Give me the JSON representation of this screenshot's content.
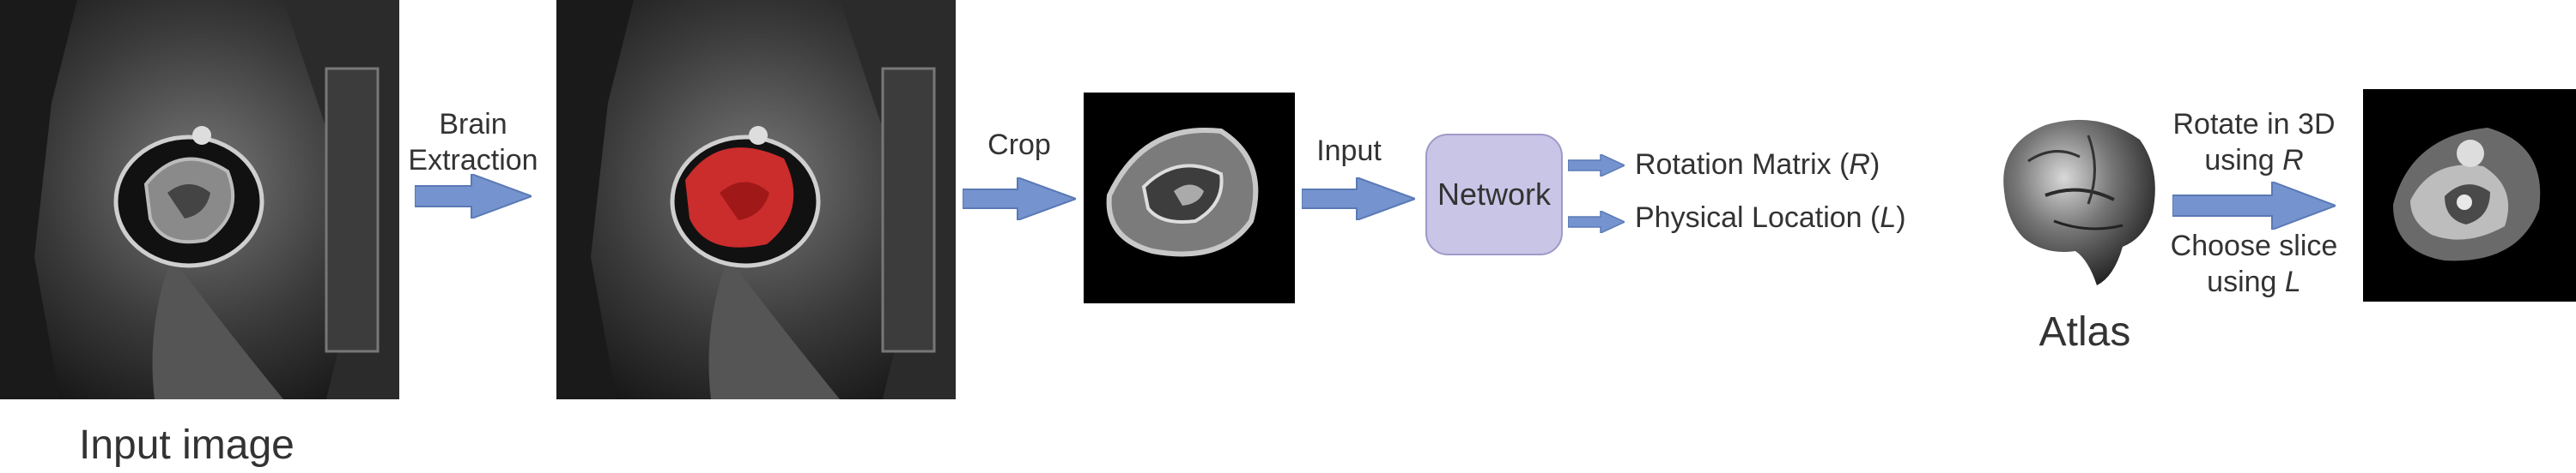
{
  "labels": {
    "input_image": "Input image",
    "brain_extraction_line1": "Brain",
    "brain_extraction_line2": "Extraction",
    "crop": "Crop",
    "input": "Input",
    "network": "Network",
    "rotation_matrix_text": "Rotation Matrix (",
    "rotation_matrix_var": "R",
    "rotation_matrix_close": ")",
    "physical_location_text": "Physical Location (",
    "physical_location_var": "L",
    "physical_location_close": ")",
    "atlas": "Atlas",
    "rotate_line1": "Rotate in 3D",
    "rotate_line2_prefix": "using ",
    "rotate_line2_var": "R",
    "choose_line1": "Choose slice",
    "choose_line2_prefix": "using ",
    "choose_line2_var": "L"
  },
  "colors": {
    "arrow_fill": "#7594cf",
    "arrow_stroke": "#5a79b5",
    "network_fill": "#c9c5e6",
    "mask_red": "#e03030",
    "text": "#333333"
  }
}
